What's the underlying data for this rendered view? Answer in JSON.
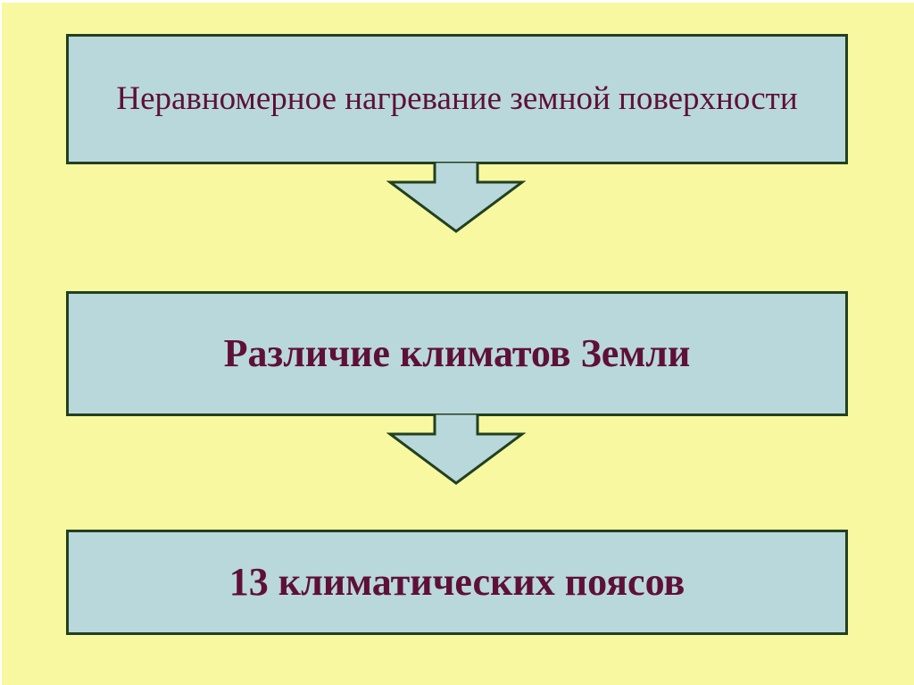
{
  "slide": {
    "title": "Climate formation flowchart",
    "colors": {
      "background": "#f8f8a0",
      "box_fill": "#b9d8dc",
      "box_border": "#22401f",
      "text": "#5e1038"
    },
    "boxes": [
      {
        "id": "box-1",
        "text": "Неравномерное нагревание земной поверхности",
        "bold": false
      },
      {
        "id": "box-2",
        "text": "Различие климатов Земли",
        "bold": true
      },
      {
        "id": "box-3",
        "text": "13 климатических поясов",
        "bold": true
      }
    ],
    "arrows": [
      {
        "id": "arrow-1",
        "name": "down-arrow",
        "direction": "down"
      },
      {
        "id": "arrow-2",
        "name": "down-arrow",
        "direction": "down"
      }
    ]
  }
}
